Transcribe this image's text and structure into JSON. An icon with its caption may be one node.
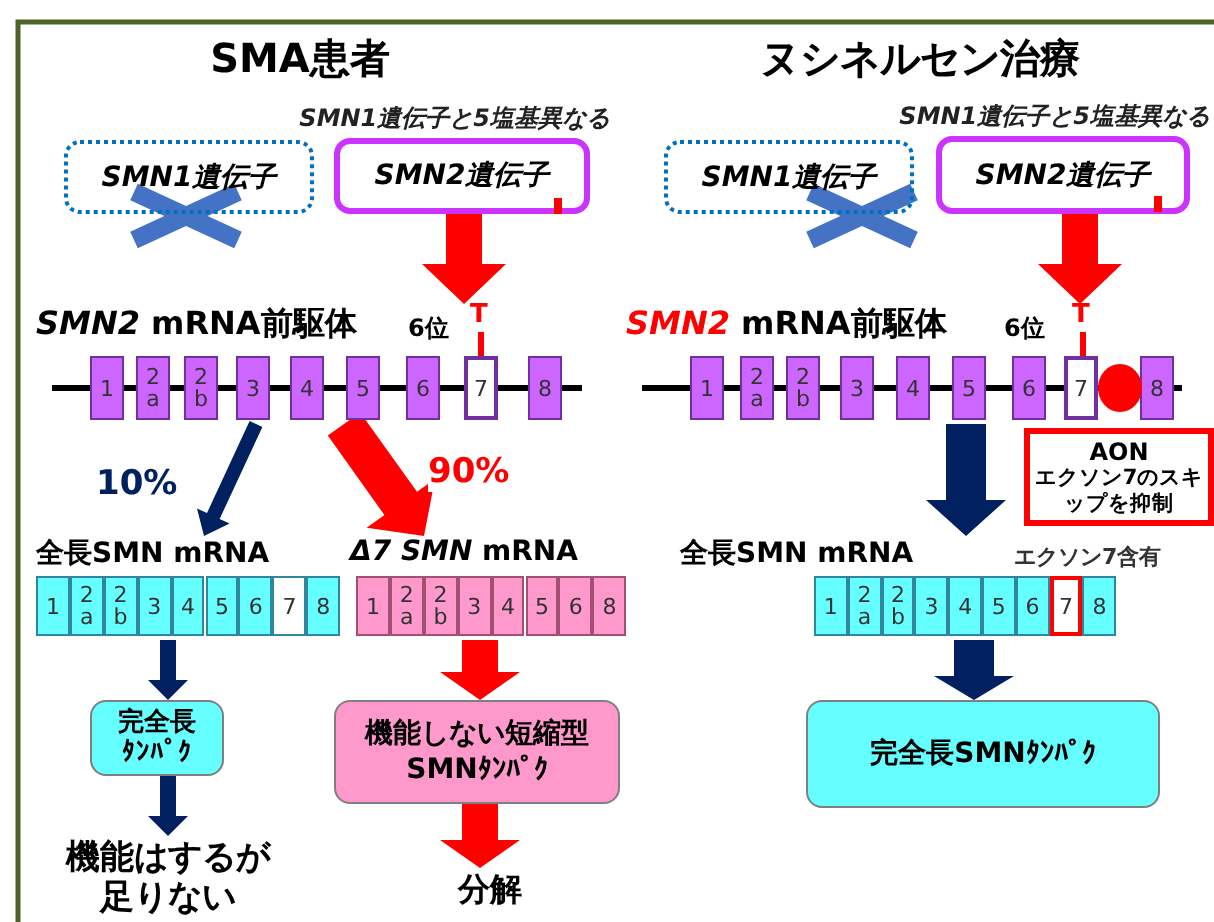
{
  "diagram": {
    "nodes": [
      {
        "text": [
          "SMN1遺伝子"
        ]
      },
      {
        "text": [
          "SMN2遺伝子"
        ],
        "beside": [
          "SMN1遺伝子と5塩基異なる"
        ]
      },
      {
        "text": [
          "*SMN2* mRNA前駆体",
          "1",
          "2 a",
          "2 b",
          "3",
          "4",
          "5",
          "6",
          "7",
          "8"
        ]
      },
      {
        "text": [
          "全長SMN mRNA",
          "1",
          "2 a",
          "2 b",
          "3",
          "4",
          "5",
          "6",
          "7",
          "8"
        ]
      },
      {
        "text": [
          "*Δ7 SMN* mRNA",
          "1",
          "2 a",
          "2 b",
          "3",
          "4",
          "5",
          "6",
          "8"
        ]
      },
      {
        "text": [
          "完全長ﾀﾝﾊﾟｸ"
        ]
      },
      {
        "text": [
          "機能しない短縮型SMNﾀﾝﾊﾟｸ"
        ]
      },
      {
        "text": [
          "機能はするが足りない"
        ]
      },
      {
        "text": [
          "分解"
        ]
      },
      {
        "text": [
          "SMN1遺伝子"
        ]
      },
      {
        "text": [
          "SMN2遺伝子"
        ],
        "beside": [
          "SMN1遺伝子と5塩基異なる"
        ]
      },
      {
        "text": [
          "*SMN2* mRNA前駆体",
          "1",
          "2 a",
          "2 b",
          "3",
          "4",
          "5",
          "6",
          "7",
          "8"
        ]
      },
      {
        "text": [
          "AON",
          "エクソン7のスキップを抑制"
        ]
      },
      {
        "text": [
          "全長SMN mRNA",
          "1",
          "2 a",
          "2 b",
          "3",
          "4",
          "5",
          "6",
          "7",
          "8"
        ]
      },
      {
        "text": [
          "完全長SMNﾀﾝﾊﾟｸ"
        ]
      }
    ],
    "edges": [
      {
        "from": 1,
        "to": 2,
        "arrow": "to",
        "color": "#ff0000"
      },
      {
        "from": 2,
        "to": 3,
        "arrow": "to",
        "label": "10%",
        "color": "#002060"
      },
      {
        "from": 2,
        "to": 4,
        "arrow": "to",
        "label": "90%",
        "color": "#ff0000"
      },
      {
        "from": 3,
        "to": 5,
        "arrow": "to",
        "color": "#002060"
      },
      {
        "from": 5,
        "to": 7,
        "arrow": "to",
        "color": "#002060"
      },
      {
        "from": 4,
        "to": 6,
        "arrow": "to",
        "color": "#ff0000"
      },
      {
        "from": 6,
        "to": 8,
        "arrow": "to",
        "color": "#ff0000"
      },
      {
        "from": 10,
        "to": 11,
        "arrow": "to",
        "color": "#ff0000"
      },
      {
        "from": 11,
        "to": 13,
        "arrow": "to",
        "color": "#002060"
      },
      {
        "from": 13,
        "to": 14,
        "arrow": "to",
        "color": "#002060"
      }
    ],
    "labels": [
      "SMA患者",
      "ヌシネルセン治療",
      "6位",
      "T",
      "6位",
      "T",
      "エクソン7含有"
    ]
  }
}
